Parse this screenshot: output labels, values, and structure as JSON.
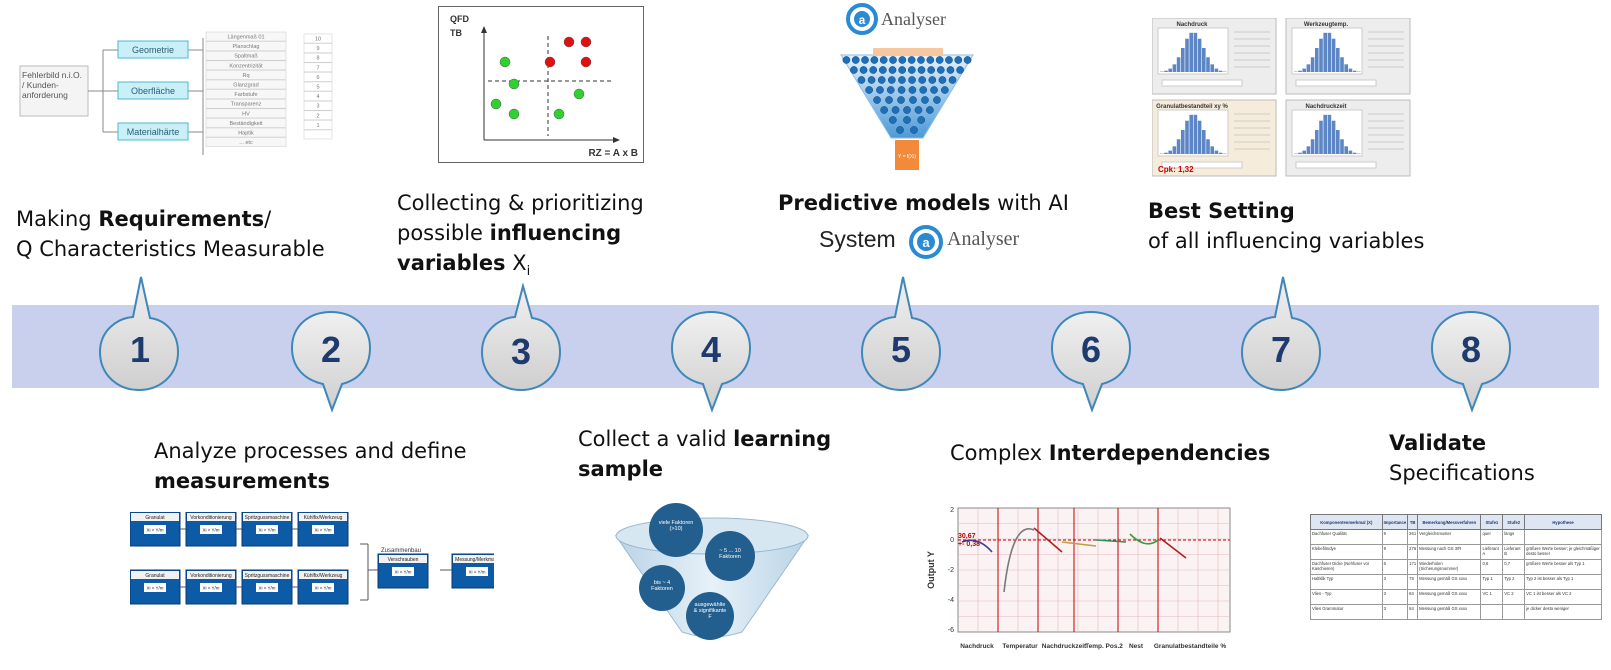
{
  "steps": [
    {
      "number": "1",
      "pre": "Making ",
      "bold": "Requirements",
      "post": "/",
      "line2": "Q Characteristics  Measurable"
    },
    {
      "number": "2",
      "line1": "Analyze processes and define",
      "bold": "measurements"
    },
    {
      "number": "3",
      "line1": "Collecting & prioritizing",
      "pre": "possible ",
      "bold": "influencing",
      "bold2": "variables",
      "post": " X",
      "sub": "i"
    },
    {
      "number": "4",
      "pre": "Collect a valid ",
      "bold": "learning",
      "bold2": "sample"
    },
    {
      "number": "5",
      "bold": "Predictive models",
      "post": " with AI",
      "system": "System"
    },
    {
      "number": "6",
      "pre": "Complex ",
      "bold": "Interdependencies"
    },
    {
      "number": "7",
      "bold": "Best Setting",
      "line2": "of all influencing variables"
    },
    {
      "number": "8",
      "bold": "Validate",
      "line2": "Specifications"
    }
  ],
  "img1": {
    "box": "Fehlerbild n.i.O. / Kunden- anforderung",
    "categories": [
      "Geometrie",
      "Oberfläche",
      "Materialhärte"
    ],
    "items": [
      "Längenmaß 01",
      "Planschlag",
      "Spaltmaß",
      "Konzentrizität",
      "Rq",
      "Glanzgrad",
      "Farbstufe",
      "Transparenz",
      "HV",
      "Beständigkeit",
      "Haptik",
      "... etc"
    ],
    "values": [
      "10",
      "9",
      "8",
      "7",
      "6",
      "5",
      "4",
      "3",
      "2",
      "1",
      ""
    ]
  },
  "img3": {
    "ylabel1": "QFD",
    "ylabel2": "TB",
    "xlabel": "RZ = A x B"
  },
  "brand": "Analyser",
  "img5": {
    "bottom": "Y = f(Xi)"
  },
  "img7": {
    "titles": [
      "Nachdruck",
      "Werkzeugtemp.",
      "Granulatbestandteil xy %",
      "Nachdruckzeit"
    ],
    "cpk": "Cpk: 1,32"
  },
  "img2": {
    "row1": [
      "Granulat",
      "Vorkonditionierung",
      "Spritzgussmaschine",
      "Kühlfix/Werkzeug"
    ],
    "row2": [
      "Granulat",
      "Vorkonditionierung",
      "Spritzgussmaschine",
      "Kühlfix/Werkzeug"
    ],
    "assembly": "Zusammenbau",
    "assembly_box": "Verschrauben",
    "measure_box": "Messung/Merkmale",
    "box_inner": "Xi > Y/m"
  },
  "img4": {
    "layers": [
      "viele Faktoren (>10)",
      "~ 5 ... 10 Faktoren",
      "bis ~ 4 Faktoren",
      "ausgewählte & signifikante F"
    ]
  },
  "img6": {
    "yaxis": "Output Y",
    "ylabels": [
      "2",
      "0",
      "-2",
      "-4",
      "-6"
    ],
    "value1": "30,67",
    "value2": "+- 0,38",
    "xlabels": [
      "Nachdruck",
      "Temperatur",
      "Nachdruckzeit",
      "Temp. Pos.2",
      "Nest",
      "Granulatbestandteile %"
    ]
  },
  "img8": {
    "headers": [
      "Komponentenmerkmal (X)",
      "Importance",
      "TB",
      "Bemerkung/Messverfahren",
      "Stufe1",
      "Stufe2",
      "Hypothese"
    ],
    "rows": [
      [
        "Dachfuser Qualität",
        "9",
        "261",
        "Vergleichsmuster",
        "quer",
        "längs",
        ""
      ],
      [
        "Klebefilmdye",
        "9",
        "276",
        "Messung nach GS 3/R",
        "Lieferant A",
        "Lieferant B",
        "größere Werte besser; je gleichmäßiger desto besser"
      ],
      [
        "Dachfuser Dicke (Nehfuser vor Kaschieren)",
        "6",
        "171",
        "Wiederholen (Sicherungsnummer)",
        "0,6",
        "0,7",
        "größere Werte besser als Typ 1"
      ],
      [
        "Haltklik Typ",
        "3",
        "78",
        "Messung gemäß GS xxxx",
        "Typ 1",
        "Typ 2",
        "Typ 2 ist besser als Typ 1"
      ],
      [
        "Vlies - Typ",
        "3",
        "84",
        "Messung gemäß GS xxxx",
        "VC 1",
        "VC 2",
        "VC 1 ist besser als VC 2"
      ],
      [
        "Vlies Grammatur",
        "3",
        "84",
        "Messung gemäß GS xxxx",
        "",
        "",
        "je dicker desto weniger"
      ]
    ]
  }
}
